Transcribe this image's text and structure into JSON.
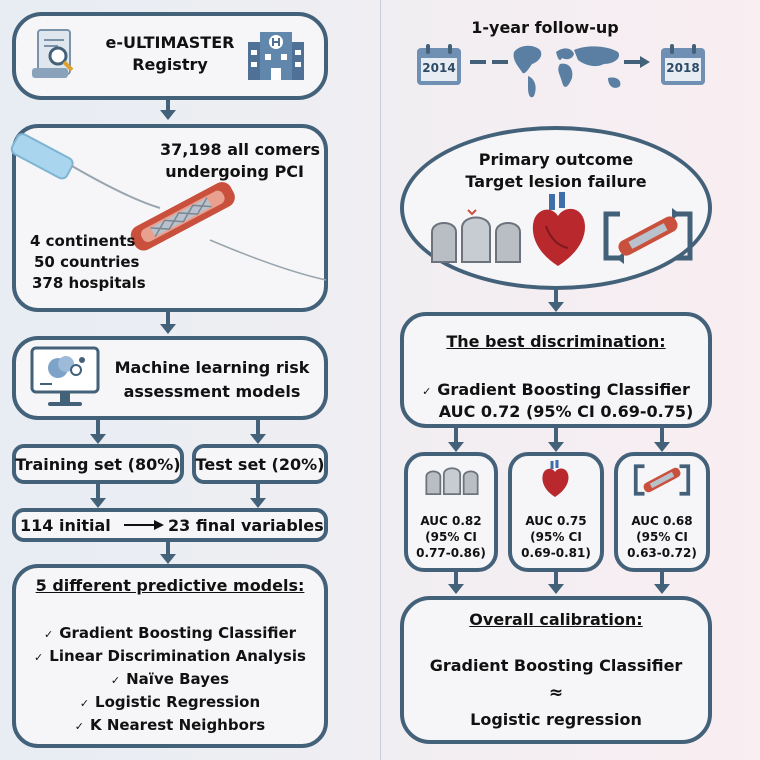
{
  "registry": {
    "line1": "e-ULTIMASTER",
    "line2": "Registry"
  },
  "comers": {
    "line1": "37,198 all comers",
    "line2": "undergoing PCI"
  },
  "scope": {
    "continents": "4 continents",
    "countries": "50 countries",
    "hospitals": "378 hospitals"
  },
  "ml": {
    "line1": "Machine learning risk",
    "line2": "assessment models"
  },
  "split": {
    "training": "Training set (80%)",
    "test": "Test set (20%)"
  },
  "variables": {
    "initial": "114 initial",
    "final": "23 final variables"
  },
  "models": {
    "title": "5 different predictive models:",
    "items": [
      "Gradient Boosting Classifier",
      "Linear Discrimination Analysis",
      "Naïve Bayes",
      "Logistic Regression",
      "K Nearest Neighbors"
    ]
  },
  "checkmark": "✓",
  "followup": {
    "title": "1-year follow-up",
    "start_year": "2014",
    "end_year": "2018"
  },
  "outcome": {
    "line1": "Primary outcome",
    "line2": "Target lesion failure"
  },
  "best": {
    "title": "The best discrimination:",
    "model": "Gradient Boosting Classifier",
    "auc": "AUC 0.72 (95% CI 0.69-0.75)"
  },
  "components": [
    {
      "auc": "AUC 0.82",
      "ci1": "(95% CI",
      "ci2": "0.77-0.86)",
      "icon": "cemetery-icon"
    },
    {
      "auc": "AUC 0.75",
      "ci1": "(95% CI",
      "ci2": "0.69-0.81)",
      "icon": "heart-icon"
    },
    {
      "auc": "AUC 0.68",
      "ci1": "(95% CI",
      "ci2": "0.63-0.72)",
      "icon": "revascularization-icon"
    }
  ],
  "calibration": {
    "title": "Overall calibration:",
    "line1": "Gradient Boosting Classifier",
    "approx": "≈",
    "line2": "Logistic regression"
  },
  "colors": {
    "frame": "#44617a",
    "box_fill": "#f6f6f8",
    "heart": "#b8282d",
    "stent_vessel": "#c9503c",
    "map": "#5b7fa3",
    "calendar": "#6f8fb3"
  }
}
